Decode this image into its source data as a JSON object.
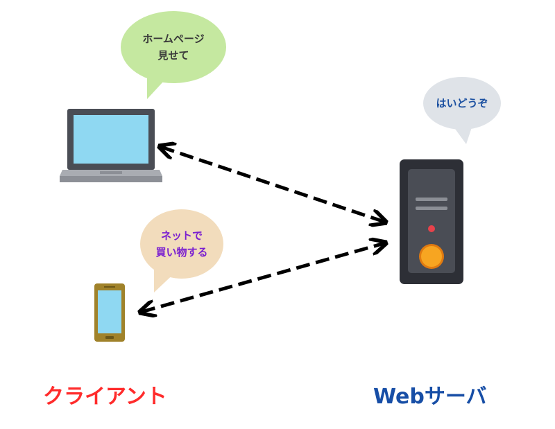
{
  "bubbles": {
    "homepage": {
      "line1": "ホームページ",
      "line2": "見せて",
      "color": "#c5e8a0",
      "text_color": "#3a3a3a"
    },
    "shopping": {
      "line1": "ネットで",
      "line2": "買い物する",
      "color": "#f2dcbc",
      "text_color": "#7a1fd0"
    },
    "server_reply": {
      "text": "はいどうぞ",
      "color": "#dfe3e8",
      "text_color": "#1a4fa0"
    }
  },
  "labels": {
    "client": {
      "text": "クライアント",
      "color": "#ff2b2b"
    },
    "server": {
      "text": "Webサーバ",
      "color": "#174ea6"
    }
  },
  "icons": [
    "laptop-icon",
    "smartphone-icon",
    "server-icon"
  ]
}
